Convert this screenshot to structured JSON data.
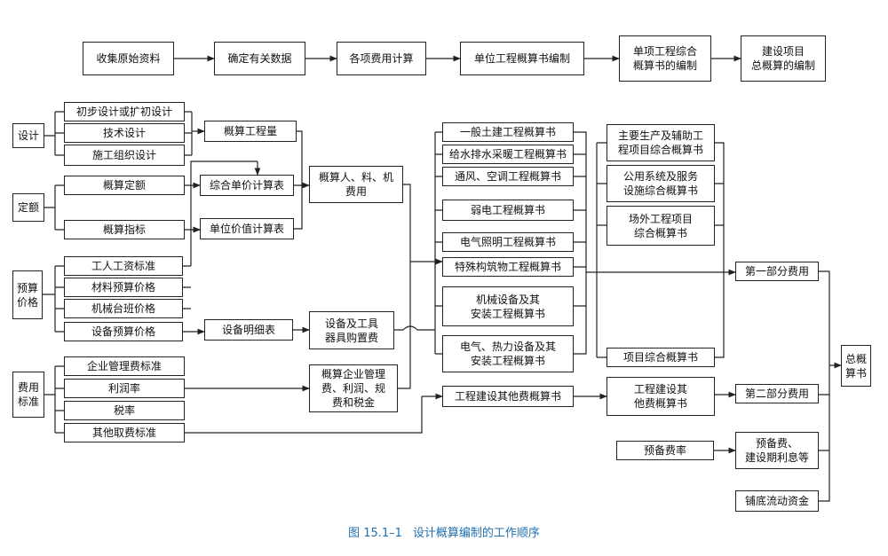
{
  "top_flow": [
    "收集原始资料",
    "确定有关数据",
    "各项费用计算",
    "单位工程概算书编制",
    "单项工程综合\n概算书的编制",
    "建设项目\n总概算的编制"
  ],
  "groups": {
    "sheji": "设计",
    "dinge": "定额",
    "yusuan": "预算\n价格",
    "feiyong": "费用\n标准"
  },
  "inputs": {
    "chubu": "初步设计或扩初设计",
    "jishu": "技术设计",
    "shigong": "施工组织设计",
    "gaisuan_dinge": "概算定额",
    "gaisuan_zhibiao": "概算指标",
    "rengong": "工人工资标准",
    "cailiao": "材料预算价格",
    "jixie": "机械台班价格",
    "shebei_jiage": "设备预算价格",
    "qiye": "企业管理费标准",
    "lirun": "利润率",
    "shuilv": "税率",
    "qita": "其他取费标准"
  },
  "middle": {
    "gongchengliang": "概算工程量",
    "zonghe_danjia": "综合单价计算表",
    "danwei_jiazhi": "单位价值计算表",
    "shebei_mingxi": "设备明细表",
    "renliaoji": "概算人、料、机\n费用",
    "shebei_gouzhi": "设备及工具\n器具购置费",
    "qiye_guanli": "概算企业管理\n费、利润、规\n费和税金"
  },
  "unit_books": [
    "一般土建工程概算书",
    "给水排水采暖工程概算书",
    "通风、空调工程概算书",
    "弱电工程概算书",
    "电气照明工程概算书",
    "特殊构筑物工程概算书",
    "机械设备及其\n安装工程概算书",
    "电气、热力设备及其\n安装工程概算书"
  ],
  "other_fee_book": "工程建设其他费概算书",
  "comprehensive_books": [
    "主要生产及辅助工\n程项目综合概算书",
    "公用系统及服务\n设施综合概算书",
    "场外工程项目\n综合概算书",
    "项目综合概算书"
  ],
  "other_fee_summary": "工程建设其\n他费概算书",
  "reserve_rate": "预备费率",
  "parts": {
    "part1": "第一部分费用",
    "part2": "第二部分费用",
    "reserve": "预备费、\n建设期利息等",
    "liquidity": "铺底流动资金"
  },
  "total_book": "总概\n算书",
  "caption": {
    "number": "图 15.1–1",
    "title": "设计概算编制的工作顺序"
  },
  "colors": {
    "line": "#222222",
    "caption": "#1e6fb0"
  }
}
